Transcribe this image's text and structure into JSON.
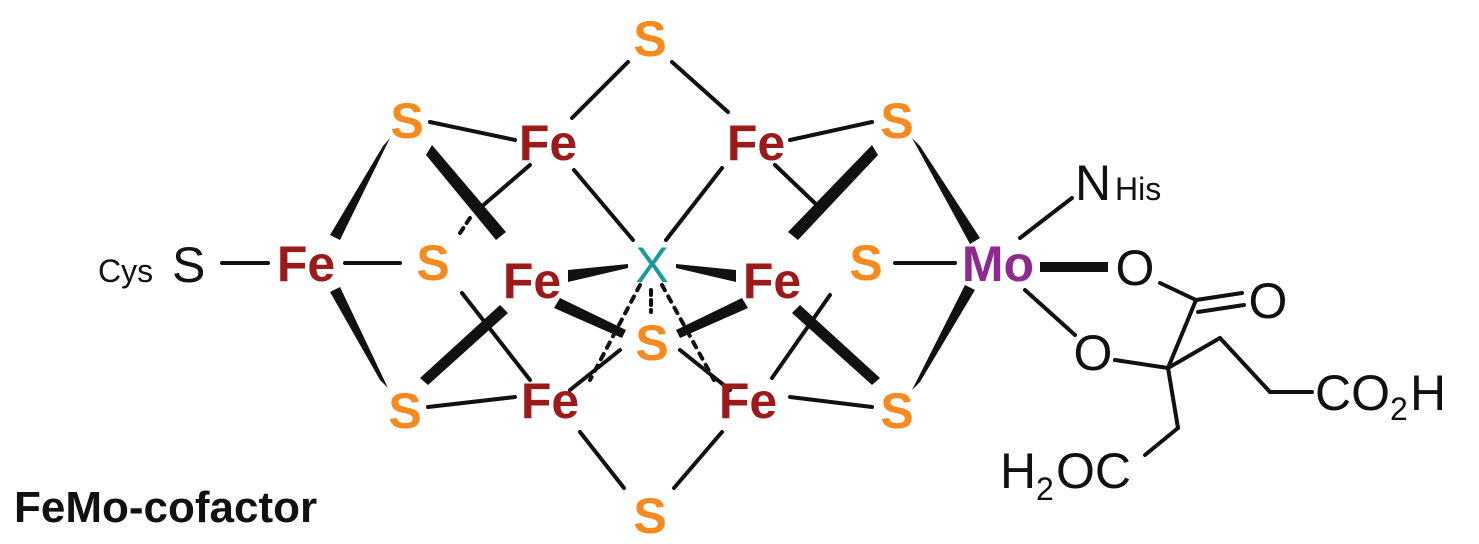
{
  "colors": {
    "sulfur": "#f68a1f",
    "iron": "#9b1b1b",
    "molybdenum": "#8e2a8e",
    "central": "#1a9a9a",
    "bond": "#111111",
    "text": "#111111"
  },
  "atoms": {
    "s_top": "S",
    "s_bottom": "S",
    "s_upper_left": "S",
    "s_upper_right": "S",
    "s_mid_left": "S",
    "s_mid_right": "S",
    "s_center_low": "S",
    "s_lower_left": "S",
    "s_lower_right": "S",
    "fe_top_left": "Fe",
    "fe_top_right": "Fe",
    "fe_mid_left": "Fe",
    "fe_mid_right": "Fe",
    "fe_bottom_left": "Fe",
    "fe_bottom_right": "Fe",
    "fe_terminal": "Fe",
    "x_center": "X",
    "mo": "Mo"
  },
  "ligands": {
    "cys_prefix": "Cys",
    "cys_s": "S",
    "n_his_n": "N",
    "n_his_sub": "His",
    "o_upper": "O",
    "o_carbonyl": "O",
    "o_lower": "O",
    "co2h_main": "CO",
    "co2h_sub": "2",
    "co2h_h": "H",
    "h2oc_h": "H",
    "h2oc_sub": "2",
    "h2oc_oc": "OC"
  },
  "caption": "FeMo-cofactor"
}
